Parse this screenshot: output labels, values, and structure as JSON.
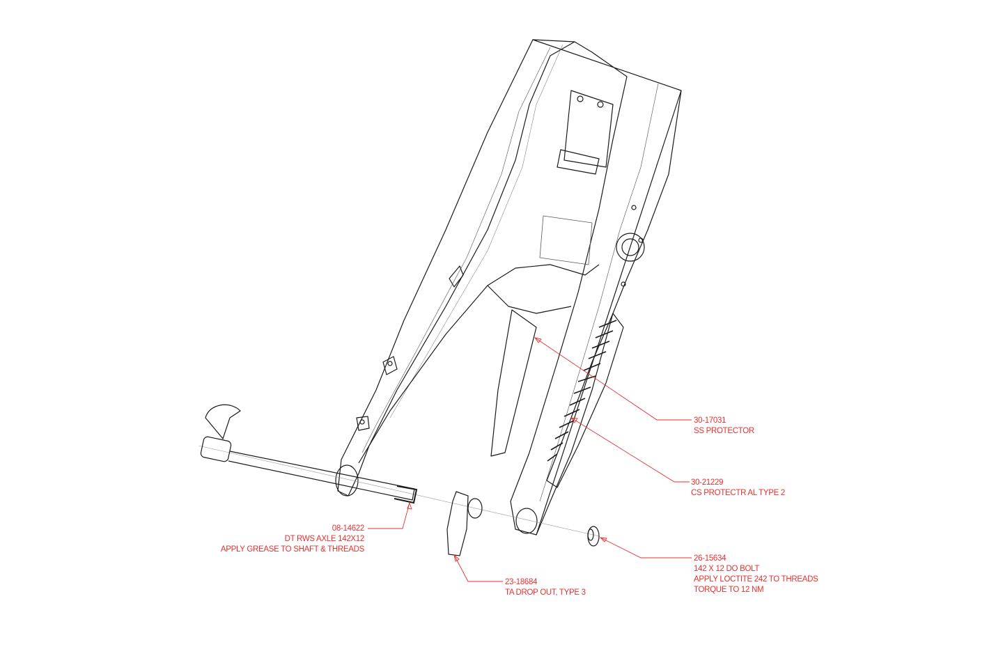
{
  "callouts": {
    "ss_protector": {
      "part_number": "30-17031",
      "description": "SS PROTECTOR"
    },
    "cs_protector": {
      "part_number": "30-21229",
      "description": "CS PROTECTR AL TYPE 2"
    },
    "axle": {
      "part_number": "08-14622",
      "description": "DT RWS AXLE 142X12",
      "note": "APPLY GREASE TO SHAFT & THREADS"
    },
    "dropout": {
      "part_number": "23-18684",
      "description": "TA DROP OUT, TYPE 3"
    },
    "bolt": {
      "part_number": "26-15634",
      "description": "142 X 12 DO BOLT",
      "note": "APPLY LOCTITE 242 TO THREADS",
      "note2": "TORQUE TO 12 NM"
    }
  },
  "colors": {
    "callout": "#e8302f",
    "line": "#1a1a1a"
  }
}
